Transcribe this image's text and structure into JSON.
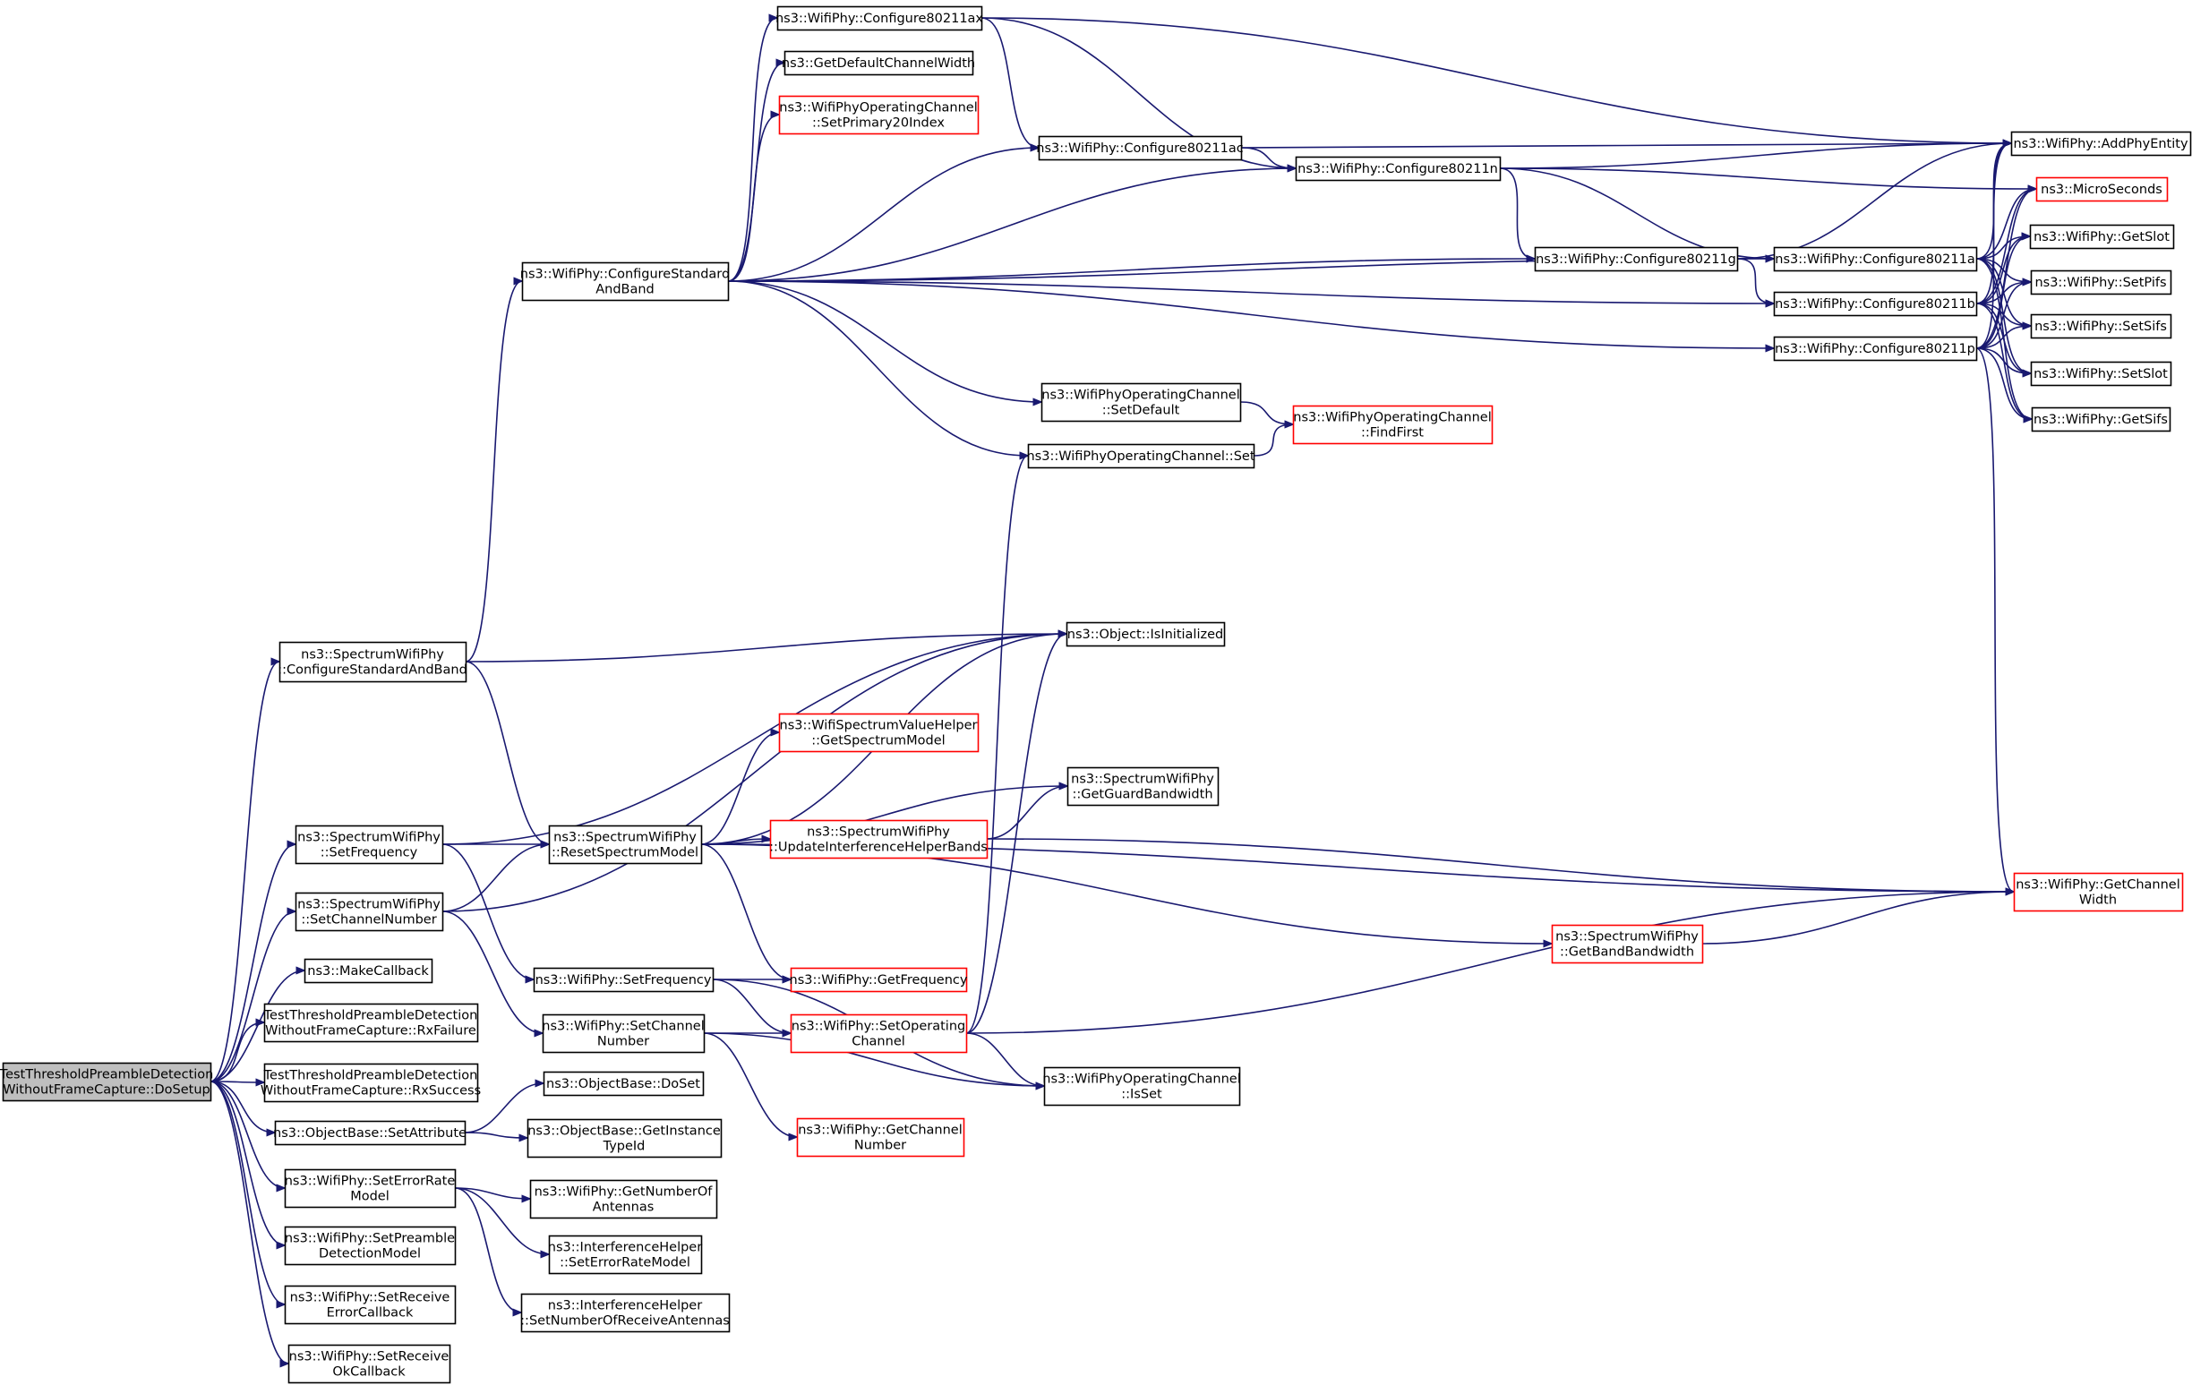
{
  "colors": {
    "edge": "#191970",
    "node_border": "#000000",
    "node_border_incomplete": "#ff0000",
    "root_fill": "#bfbfbf",
    "node_fill": "#ffffff",
    "text": "#000000"
  },
  "nodes": [
    {
      "id": "root",
      "lines": [
        "TestThresholdPreambleDetection",
        "WithoutFrameCapture::DoSetup"
      ],
      "root": true
    },
    {
      "id": "swp_configstd",
      "lines": [
        "ns3::SpectrumWifiPhy",
        "::ConfigureStandardAndBand"
      ]
    },
    {
      "id": "swp_setfreq",
      "lines": [
        "ns3::SpectrumWifiPhy",
        "::SetFrequency"
      ]
    },
    {
      "id": "swp_setchan",
      "lines": [
        "ns3::SpectrumWifiPhy",
        "::SetChannelNumber"
      ]
    },
    {
      "id": "makecallback",
      "lines": [
        "ns3::MakeCallback"
      ]
    },
    {
      "id": "rxfailure",
      "lines": [
        "TestThresholdPreambleDetection",
        "WithoutFrameCapture::RxFailure"
      ]
    },
    {
      "id": "rxsuccess",
      "lines": [
        "TestThresholdPreambleDetection",
        "WithoutFrameCapture::RxSuccess"
      ]
    },
    {
      "id": "ob_setattr",
      "lines": [
        "ns3::ObjectBase::SetAttribute"
      ]
    },
    {
      "id": "wp_seterr",
      "lines": [
        "ns3::WifiPhy::SetErrorRate",
        "Model"
      ]
    },
    {
      "id": "wp_setpre",
      "lines": [
        "ns3::WifiPhy::SetPreamble",
        "DetectionModel"
      ]
    },
    {
      "id": "wp_setrxerr",
      "lines": [
        "ns3::WifiPhy::SetReceive",
        "ErrorCallback"
      ]
    },
    {
      "id": "wp_setrxok",
      "lines": [
        "ns3::WifiPhy::SetReceive",
        "OkCallback"
      ]
    },
    {
      "id": "wp_configstd",
      "lines": [
        "ns3::WifiPhy::ConfigureStandard",
        "AndBand"
      ]
    },
    {
      "id": "swp_reset",
      "lines": [
        "ns3::SpectrumWifiPhy",
        "::ResetSpectrumModel"
      ]
    },
    {
      "id": "wp_setfreq",
      "lines": [
        "ns3::WifiPhy::SetFrequency"
      ]
    },
    {
      "id": "wp_setchan",
      "lines": [
        "ns3::WifiPhy::SetChannel",
        "Number"
      ]
    },
    {
      "id": "ob_doset",
      "lines": [
        "ns3::ObjectBase::DoSet"
      ]
    },
    {
      "id": "ob_getinst",
      "lines": [
        "ns3::ObjectBase::GetInstance",
        "TypeId"
      ]
    },
    {
      "id": "wp_getnant",
      "lines": [
        "ns3::WifiPhy::GetNumberOf",
        "Antennas"
      ]
    },
    {
      "id": "ih_seterr",
      "lines": [
        "ns3::InterferenceHelper",
        "::SetErrorRateModel"
      ]
    },
    {
      "id": "ih_setnrx",
      "lines": [
        "ns3::InterferenceHelper",
        "::SetNumberOfReceiveAntennas"
      ]
    },
    {
      "id": "wp_c11ax",
      "lines": [
        "ns3::WifiPhy::Configure80211ax"
      ]
    },
    {
      "id": "getdefcw",
      "lines": [
        "ns3::GetDefaultChannelWidth"
      ]
    },
    {
      "id": "woc_setp20",
      "lines": [
        "ns3::WifiPhyOperatingChannel",
        "::SetPrimary20Index"
      ],
      "incomplete": true
    },
    {
      "id": "wsvh_getsm",
      "lines": [
        "ns3::WifiSpectrumValueHelper",
        "::GetSpectrumModel"
      ],
      "incomplete": true
    },
    {
      "id": "swp_updint",
      "lines": [
        "ns3::SpectrumWifiPhy",
        "::UpdateInterferenceHelperBands"
      ],
      "incomplete": true
    },
    {
      "id": "wp_getfreq",
      "lines": [
        "ns3::WifiPhy::GetFrequency"
      ],
      "incomplete": true
    },
    {
      "id": "wp_setopch",
      "lines": [
        "ns3::WifiPhy::SetOperating",
        "Channel"
      ],
      "incomplete": true
    },
    {
      "id": "wp_getchnum",
      "lines": [
        "ns3::WifiPhy::GetChannel",
        "Number"
      ],
      "incomplete": true
    },
    {
      "id": "wp_c11ac",
      "lines": [
        "ns3::WifiPhy::Configure80211ac"
      ]
    },
    {
      "id": "woc_setdef",
      "lines": [
        "ns3::WifiPhyOperatingChannel",
        "::SetDefault"
      ]
    },
    {
      "id": "woc_set",
      "lines": [
        "ns3::WifiPhyOperatingChannel::Set"
      ]
    },
    {
      "id": "obj_isinit",
      "lines": [
        "ns3::Object::IsInitialized"
      ]
    },
    {
      "id": "swp_getguard",
      "lines": [
        "ns3::SpectrumWifiPhy",
        "::GetGuardBandwidth"
      ]
    },
    {
      "id": "woc_isset",
      "lines": [
        "ns3::WifiPhyOperatingChannel",
        "::IsSet"
      ]
    },
    {
      "id": "wp_c11n",
      "lines": [
        "ns3::WifiPhy::Configure80211n"
      ]
    },
    {
      "id": "woc_findfirst",
      "lines": [
        "ns3::WifiPhyOperatingChannel",
        "::FindFirst"
      ],
      "incomplete": true
    },
    {
      "id": "wp_c11g",
      "lines": [
        "ns3::WifiPhy::Configure80211g"
      ]
    },
    {
      "id": "swp_getband",
      "lines": [
        "ns3::SpectrumWifiPhy",
        "::GetBandBandwidth"
      ],
      "incomplete": true
    },
    {
      "id": "wp_c11a",
      "lines": [
        "ns3::WifiPhy::Configure80211a"
      ]
    },
    {
      "id": "wp_c11b",
      "lines": [
        "ns3::WifiPhy::Configure80211b"
      ]
    },
    {
      "id": "wp_c11p",
      "lines": [
        "ns3::WifiPhy::Configure80211p"
      ]
    },
    {
      "id": "wp_addphy",
      "lines": [
        "ns3::WifiPhy::AddPhyEntity"
      ]
    },
    {
      "id": "microseconds",
      "lines": [
        "ns3::MicroSeconds"
      ],
      "incomplete": true
    },
    {
      "id": "wp_getslot",
      "lines": [
        "ns3::WifiPhy::GetSlot"
      ]
    },
    {
      "id": "wp_setpifs",
      "lines": [
        "ns3::WifiPhy::SetPifs"
      ]
    },
    {
      "id": "wp_setsifs",
      "lines": [
        "ns3::WifiPhy::SetSifs"
      ]
    },
    {
      "id": "wp_setslot",
      "lines": [
        "ns3::WifiPhy::SetSlot"
      ]
    },
    {
      "id": "wp_getsifs",
      "lines": [
        "ns3::WifiPhy::GetSifs"
      ]
    },
    {
      "id": "wp_getchw",
      "lines": [
        "ns3::WifiPhy::GetChannel",
        "Width"
      ],
      "incomplete": true
    }
  ],
  "edges": [
    [
      "root",
      "swp_configstd"
    ],
    [
      "root",
      "swp_setfreq"
    ],
    [
      "root",
      "swp_setchan"
    ],
    [
      "root",
      "makecallback"
    ],
    [
      "root",
      "rxfailure"
    ],
    [
      "root",
      "rxsuccess"
    ],
    [
      "root",
      "ob_setattr"
    ],
    [
      "root",
      "wp_seterr"
    ],
    [
      "root",
      "wp_setpre"
    ],
    [
      "root",
      "wp_setrxerr"
    ],
    [
      "root",
      "wp_setrxok"
    ],
    [
      "swp_configstd",
      "wp_configstd"
    ],
    [
      "swp_configstd",
      "obj_isinit"
    ],
    [
      "swp_configstd",
      "swp_reset"
    ],
    [
      "swp_setfreq",
      "obj_isinit"
    ],
    [
      "swp_setfreq",
      "swp_reset"
    ],
    [
      "swp_setfreq",
      "wp_setfreq"
    ],
    [
      "swp_setchan",
      "obj_isinit"
    ],
    [
      "swp_setchan",
      "swp_reset"
    ],
    [
      "swp_setchan",
      "wp_setchan"
    ],
    [
      "ob_setattr",
      "ob_doset"
    ],
    [
      "ob_setattr",
      "ob_getinst"
    ],
    [
      "wp_seterr",
      "wp_getnant"
    ],
    [
      "wp_seterr",
      "ih_seterr"
    ],
    [
      "wp_seterr",
      "ih_setnrx"
    ],
    [
      "wp_configstd",
      "wp_c11ax"
    ],
    [
      "wp_configstd",
      "getdefcw"
    ],
    [
      "wp_configstd",
      "woc_setp20"
    ],
    [
      "wp_configstd",
      "wp_c11ac"
    ],
    [
      "wp_configstd",
      "wp_c11n"
    ],
    [
      "wp_configstd",
      "wp_c11g"
    ],
    [
      "wp_configstd",
      "wp_c11a"
    ],
    [
      "wp_configstd",
      "wp_c11b"
    ],
    [
      "wp_configstd",
      "wp_c11p"
    ],
    [
      "wp_configstd",
      "woc_setdef"
    ],
    [
      "wp_configstd",
      "woc_set"
    ],
    [
      "swp_reset",
      "obj_isinit"
    ],
    [
      "swp_reset",
      "wsvh_getsm"
    ],
    [
      "swp_reset",
      "swp_getguard"
    ],
    [
      "swp_reset",
      "swp_updint"
    ],
    [
      "swp_reset",
      "wp_getfreq"
    ],
    [
      "swp_reset",
      "swp_getband"
    ],
    [
      "swp_reset",
      "wp_getchw"
    ],
    [
      "wp_setfreq",
      "wp_getfreq"
    ],
    [
      "wp_setfreq",
      "wp_setopch"
    ],
    [
      "wp_setfreq",
      "woc_isset"
    ],
    [
      "wp_setchan",
      "wp_setopch"
    ],
    [
      "wp_setchan",
      "wp_getchnum"
    ],
    [
      "wp_setchan",
      "woc_isset"
    ],
    [
      "swp_updint",
      "swp_getguard"
    ],
    [
      "swp_updint",
      "wp_getchw"
    ],
    [
      "wp_setopch",
      "woc_set"
    ],
    [
      "wp_setopch",
      "obj_isinit"
    ],
    [
      "wp_setopch",
      "woc_isset"
    ],
    [
      "wp_setopch",
      "wp_getchw"
    ],
    [
      "woc_setdef",
      "woc_findfirst"
    ],
    [
      "woc_set",
      "woc_findfirst"
    ],
    [
      "wp_c11ax",
      "wp_c11ac"
    ],
    [
      "wp_c11ax",
      "wp_c11n"
    ],
    [
      "wp_c11ax",
      "wp_addphy"
    ],
    [
      "wp_c11ac",
      "wp_c11n"
    ],
    [
      "wp_c11ac",
      "wp_addphy"
    ],
    [
      "wp_c11n",
      "wp_c11g"
    ],
    [
      "wp_c11n",
      "wp_c11a"
    ],
    [
      "wp_c11n",
      "wp_addphy"
    ],
    [
      "wp_c11n",
      "microseconds"
    ],
    [
      "wp_c11g",
      "wp_c11b"
    ],
    [
      "wp_c11g",
      "wp_addphy"
    ],
    [
      "swp_getband",
      "wp_getchw"
    ],
    [
      "wp_c11a",
      "wp_addphy"
    ],
    [
      "wp_c11a",
      "microseconds"
    ],
    [
      "wp_c11a",
      "wp_getslot"
    ],
    [
      "wp_c11a",
      "wp_setpifs"
    ],
    [
      "wp_c11a",
      "wp_setsifs"
    ],
    [
      "wp_c11a",
      "wp_setslot"
    ],
    [
      "wp_c11a",
      "wp_getsifs"
    ],
    [
      "wp_c11b",
      "wp_addphy"
    ],
    [
      "wp_c11b",
      "microseconds"
    ],
    [
      "wp_c11b",
      "wp_getslot"
    ],
    [
      "wp_c11b",
      "wp_setpifs"
    ],
    [
      "wp_c11b",
      "wp_setsifs"
    ],
    [
      "wp_c11b",
      "wp_setslot"
    ],
    [
      "wp_c11b",
      "wp_getsifs"
    ],
    [
      "wp_c11p",
      "wp_addphy"
    ],
    [
      "wp_c11p",
      "microseconds"
    ],
    [
      "wp_c11p",
      "wp_getslot"
    ],
    [
      "wp_c11p",
      "wp_setpifs"
    ],
    [
      "wp_c11p",
      "wp_setsifs"
    ],
    [
      "wp_c11p",
      "wp_setslot"
    ],
    [
      "wp_c11p",
      "wp_getsifs"
    ],
    [
      "wp_c11p",
      "wp_getchw"
    ]
  ]
}
